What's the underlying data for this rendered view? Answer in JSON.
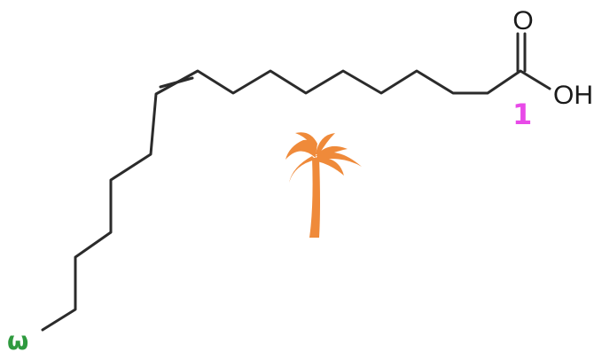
{
  "molecule": {
    "atoms": {
      "carbonyl_oxygen": "O",
      "hydroxyl": "OH"
    },
    "markers": {
      "alpha_carbon": "1",
      "omega_end": "ω"
    },
    "icon": "palm-tree-icon"
  },
  "colors": {
    "bond": "#2b2b2b",
    "atom_text": "#1a1a1a",
    "alpha_marker": "#e84ae8",
    "omega_marker": "#2e9a3e",
    "palm_tree": "#ef8a3a"
  }
}
